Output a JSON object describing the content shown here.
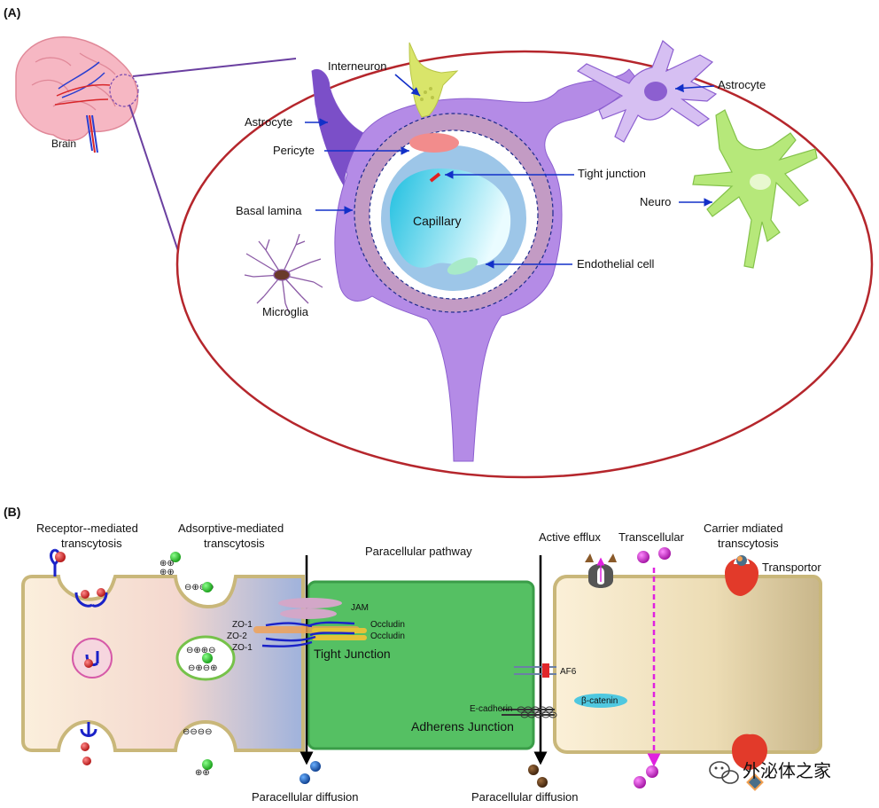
{
  "panel_a": {
    "tag": "(A)",
    "labels": {
      "brain": "Brain",
      "interneuron": "Interneuron",
      "astrocyte_left": "Astrocyte",
      "astrocyte_right": "Astrocyte",
      "pericyte": "Pericyte",
      "tight_junction": "Tight junction",
      "basal_lamina": "Basal lamina",
      "capillary": "Capillary",
      "neuro": "Neuro",
      "endothelial_cell": "Endothelial cell",
      "microglia": "Microglia"
    }
  },
  "panel_b": {
    "tag": "(B)",
    "labels": {
      "receptor_mediated_1": "Receptor--mediated",
      "receptor_mediated_2": "transcytosis",
      "adsorptive_mediated_1": "Adsorptive-mediated",
      "adsorptive_mediated_2": "transcytosis",
      "paracellular_pathway": "Paracellular pathway",
      "active_efflux": "Active efflux",
      "transcellular": "Transcellular",
      "carrier_mediated_1": "Carrier mdiated",
      "carrier_mediated_2": "transcytosis",
      "transportor": "Transportor",
      "jam": "JAM",
      "occludin_1": "Occludin",
      "occludin_2": "Occludin",
      "zo1_top": "ZO-1",
      "zo2": "ZO-2",
      "zo1_bottom": "ZO-1",
      "tight_junction": "Tight Junction",
      "af6": "AF6",
      "beta_catenin": "β-catenin",
      "e_cadherin": "E-cadherin",
      "adherens_junction": "Adherens Junction",
      "paracellular_diffusion_left": "Paracellular diffusion",
      "paracellular_diffusion_right": "Paracellular diffusion"
    }
  },
  "watermark": "外泌体之家",
  "watermark_icon": "wechat-icon",
  "colors": {
    "oval_border": "#b5262c",
    "connector": "#6a3fa0",
    "arrow_blue": "#1230c8",
    "astrocyte": "#b48be6",
    "basement": "#c39bc4",
    "capillary": "#39c6e0",
    "pericyte": "#f28c8c",
    "tight_junction": "#e02020",
    "endothelial_nucleus": "#a8eac8",
    "interneuron": "#d9e56a",
    "neuro": "#b6e87a",
    "microglia": "#8b5aa6",
    "cell_border": "#c9b77a",
    "junction_cell": "#55c063",
    "receptor": "#1a22c8",
    "ligand": "#c81e1e",
    "transportor": "#e23a2a",
    "transcellular_arrow": "#e020e0"
  }
}
